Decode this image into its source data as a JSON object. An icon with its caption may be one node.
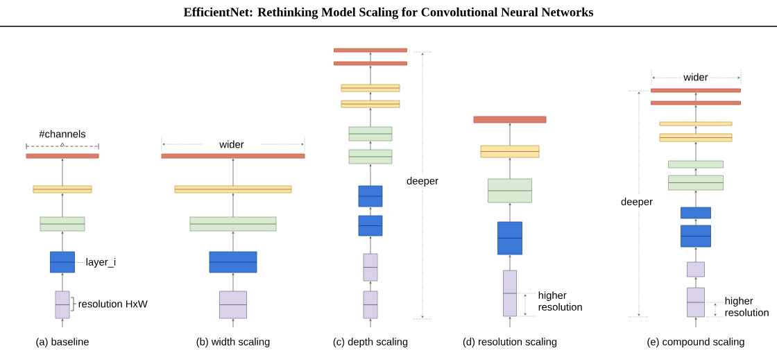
{
  "diagram": {
    "title": "EfficientNet: Rethinking Model Scaling for Convolutional Neural Networks",
    "nodes": [
      {
        "text": [],
        "shape": "box"
      },
      {
        "text": [],
        "shape": "box"
      },
      {
        "text": [],
        "shape": "box"
      },
      {
        "text": [],
        "shape": "box"
      },
      {
        "text": [],
        "shape": "box"
      },
      {
        "text": [
          "layer_i"
        ]
      },
      {
        "text": [],
        "shape": "box"
      },
      {
        "text": [],
        "shape": "box"
      },
      {
        "text": [],
        "shape": "box"
      },
      {
        "text": [],
        "shape": "box"
      },
      {
        "text": [],
        "shape": "box"
      },
      {
        "text": [],
        "shape": "box"
      },
      {
        "text": [],
        "shape": "box"
      },
      {
        "text": [],
        "shape": "box"
      },
      {
        "text": [],
        "shape": "box"
      },
      {
        "text": [],
        "shape": "box"
      },
      {
        "text": [],
        "shape": "box"
      },
      {
        "text": [],
        "shape": "box"
      },
      {
        "text": [],
        "shape": "box"
      },
      {
        "text": [],
        "shape": "box"
      },
      {
        "text": [],
        "shape": "box"
      },
      {
        "text": [],
        "shape": "box"
      },
      {
        "text": [],
        "shape": "box"
      },
      {
        "text": [],
        "shape": "box"
      },
      {
        "text": [],
        "shape": "box"
      },
      {
        "text": [],
        "shape": "box"
      },
      {
        "text": [],
        "shape": "box"
      },
      {
        "text": [],
        "shape": "box"
      },
      {
        "text": [],
        "shape": "box"
      },
      {
        "text": [],
        "shape": "box"
      },
      {
        "text": [],
        "shape": "box"
      },
      {
        "text": [],
        "shape": "box"
      },
      {
        "text": [],
        "shape": "box"
      },
      {
        "text": [],
        "shape": "box"
      },
      {
        "text": [],
        "shape": "box"
      },
      {
        "text": [],
        "shape": "box"
      }
    ],
    "edges": [
      {
        "from": null,
        "to": 4,
        "arrow": "to"
      },
      {
        "from": 4,
        "to": 3,
        "arrow": "to"
      },
      {
        "from": 3,
        "to": 2,
        "arrow": "to"
      },
      {
        "from": 2,
        "to": 1,
        "arrow": "to"
      },
      {
        "from": 1,
        "to": 0,
        "arrow": "to"
      },
      {
        "from": 5,
        "to": 3,
        "arrow": "none",
        "style": "dashed"
      },
      {
        "from": null,
        "to": 10,
        "arrow": "to"
      },
      {
        "from": 10,
        "to": 9,
        "arrow": "to"
      },
      {
        "from": 9,
        "to": 8,
        "arrow": "to"
      },
      {
        "from": 8,
        "to": 7,
        "arrow": "to"
      },
      {
        "from": 7,
        "to": 6,
        "arrow": "to"
      },
      {
        "from": null,
        "to": 20,
        "arrow": "to"
      },
      {
        "from": 20,
        "to": 19,
        "arrow": "to"
      },
      {
        "from": 19,
        "to": 18,
        "arrow": "to"
      },
      {
        "from": 18,
        "to": 17,
        "arrow": "to"
      },
      {
        "from": 17,
        "to": 16,
        "arrow": "to"
      },
      {
        "from": 16,
        "to": 15,
        "arrow": "to"
      },
      {
        "from": 15,
        "to": 14,
        "arrow": "to"
      },
      {
        "from": 14,
        "to": 13,
        "arrow": "to"
      },
      {
        "from": 13,
        "to": 12,
        "arrow": "to"
      },
      {
        "from": 12,
        "to": 11,
        "arrow": "to"
      },
      {
        "from": null,
        "to": 25,
        "arrow": "to"
      },
      {
        "from": 25,
        "to": 24,
        "arrow": "to"
      },
      {
        "from": 24,
        "to": 23,
        "arrow": "to"
      },
      {
        "from": 23,
        "to": 22,
        "arrow": "to"
      },
      {
        "from": 22,
        "to": 21,
        "arrow": "to"
      },
      {
        "from": null,
        "to": 35,
        "arrow": "to"
      },
      {
        "from": 35,
        "to": 34,
        "arrow": "to"
      },
      {
        "from": 34,
        "to": 33,
        "arrow": "to"
      },
      {
        "from": 33,
        "to": 32,
        "arrow": "to"
      },
      {
        "from": 32,
        "to": 31,
        "arrow": "to"
      },
      {
        "from": 31,
        "to": 30,
        "arrow": "to"
      },
      {
        "from": 30,
        "to": 29,
        "arrow": "to"
      },
      {
        "from": 29,
        "to": 28,
        "arrow": "to"
      },
      {
        "from": 28,
        "to": 27,
        "arrow": "to"
      },
      {
        "from": 27,
        "to": 26,
        "arrow": "to"
      }
    ],
    "labels": [
      "#channels",
      "resolution HxW",
      "(a) baseline",
      "wider",
      "(b) width scaling",
      "deeper",
      "(c) depth scaling",
      "higher resolution",
      "(d) resolution scaling",
      "wider",
      "deeper",
      "higher resolution",
      "(e) compound scaling"
    ]
  }
}
